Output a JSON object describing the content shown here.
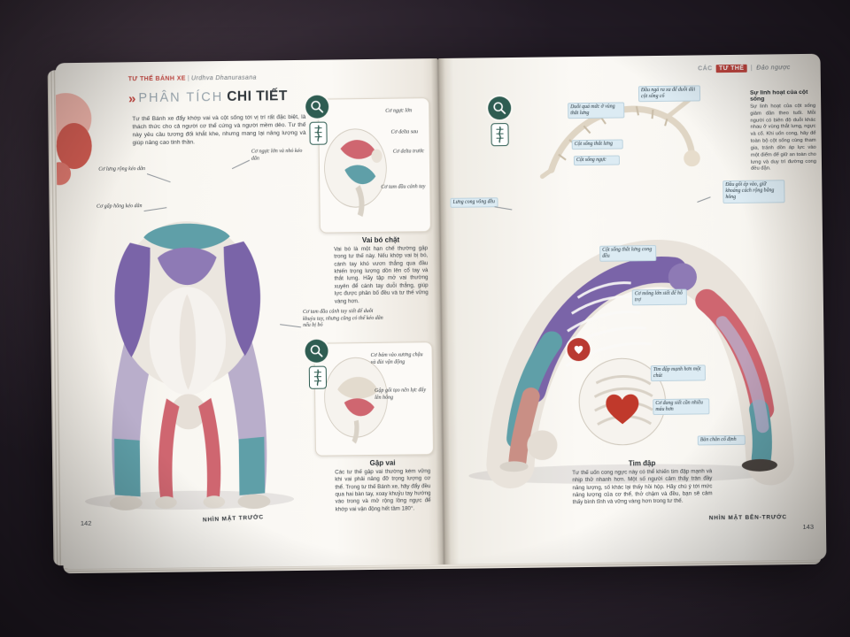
{
  "book": {
    "left_page": {
      "header": {
        "title": "TƯ THẾ BÁNH XE",
        "separator": "|",
        "subtitle": "Urdhva Dhanurasana"
      },
      "section_title": {
        "marker": "»",
        "light": "PHÂN TÍCH",
        "bold": "CHI TIẾT"
      },
      "intro": "Tư thế Bánh xe đẩy khớp vai và cột sống tới vị trí rất đặc biệt, là thách thức cho cả người cơ thể cứng và người mềm dẻo. Tư thế này yêu cầu tương đối khắt khe, nhưng mang lại năng lượng và giúp nâng cao tinh thần.",
      "figure_labels": [
        "Cơ lưng rộng kéo dãn",
        "Cơ ngực lớn và nhỏ kéo dãn",
        "Cơ gấp hông kéo dãn"
      ],
      "inset_shoulder": {
        "labels": [
          "Cơ ngực lớn",
          "Cơ delta sau",
          "Cơ delta trước",
          "Cơ tam đầu cánh tay"
        ]
      },
      "callout_shoulder": {
        "title": "Vai bó chặt",
        "body": "Vai bó là một hạn chế thường gặp trong tư thế này. Nếu khớp vai bị bó, cánh tay khó vươn thẳng qua đầu khiến trọng lượng dồn lên cổ tay và thắt lưng. Hãy tập mở vai thường xuyên để cánh tay duỗi thẳng, giúp lực được phân bố đều và tư thế vững vàng hơn."
      },
      "arm_note": "Cơ tam đầu cánh tay siết để duỗi khuỷu tay, nhưng cũng có thể kéo dãn nếu bị bó",
      "inset_hip": {
        "labels": [
          "Cơ bám vào xương chậu và đùi vận động",
          "Gập gối tạo nên lực đẩy lên hông"
        ]
      },
      "callout_hip": {
        "title": "Gập vai",
        "body": "Các tư thế gập vai thường kém vững khi vai phải nâng đỡ trọng lượng cơ thể. Trong tư thế Bánh xe, hãy đẩy đều qua hai bàn tay, xoay khuỷu tay hướng vào trong và mở rộng lồng ngực để khớp vai vận động hết tầm 180°."
      },
      "page_number": "142",
      "view_label": "NHÌN MẶT TRƯỚC"
    },
    "right_page": {
      "header": {
        "light": "CÁC",
        "title": "TƯ THẾ",
        "separator": "|",
        "subtitle": "Đảo ngược"
      },
      "spine_note": {
        "title": "Sự linh hoạt của cột sống",
        "body": "Sự linh hoạt của cột sống giảm dần theo tuổi. Mỗi người có biên độ duỗi khác nhau ở vùng thắt lưng, ngực và cổ. Khi uốn cong, hãy để toàn bộ cột sống cùng tham gia, tránh dồn áp lực vào một điểm để giữ an toàn cho lưng và duy trì đường cong đều đặn."
      },
      "skeleton_labels": [
        "Duỗi quá mức ở vùng thắt lưng",
        "Cột sống thắt lưng",
        "Cột sống ngực",
        "Đầu ngả ra xa để duỗi dài cột sống cổ"
      ],
      "figure_labels": [
        "Đầu gối ép vào, giữ khoảng cách rộng bằng hông",
        "Lưng cong võng đều",
        "Cột sống thắt lưng cong đều",
        "Cơ mông lớn siết để hỗ trợ"
      ],
      "inset_heart": {
        "labels": [
          "Tim đập mạnh hơn một chút",
          "Cơ đang siết cần nhiều máu hơn",
          "Bàn chân cố định"
        ]
      },
      "callout_heart": {
        "title": "Tim đập",
        "body": "Tư thế uốn cong ngực này có thể khiến tim đập mạnh và nhịp thở nhanh hơn. Một số người cảm thấy tràn đầy năng lượng, số khác lại thấy hồi hộp. Hãy chú ý tới mức năng lượng của cơ thể, thở chậm và đều, bạn sẽ cảm thấy bình tĩnh và vững vàng hơn trong tư thế."
      },
      "view_label": "NHÌN MẶT BÊN-TRƯỚC",
      "page_number": "143"
    }
  },
  "colors": {
    "accent_red": "#c0453f",
    "muscle_purple": "#7a64a8",
    "muscle_teal": "#5f9fa8",
    "muscle_red": "#cf6670",
    "icon_green": "#2f5d52",
    "label_chip": "#dcebf3"
  }
}
